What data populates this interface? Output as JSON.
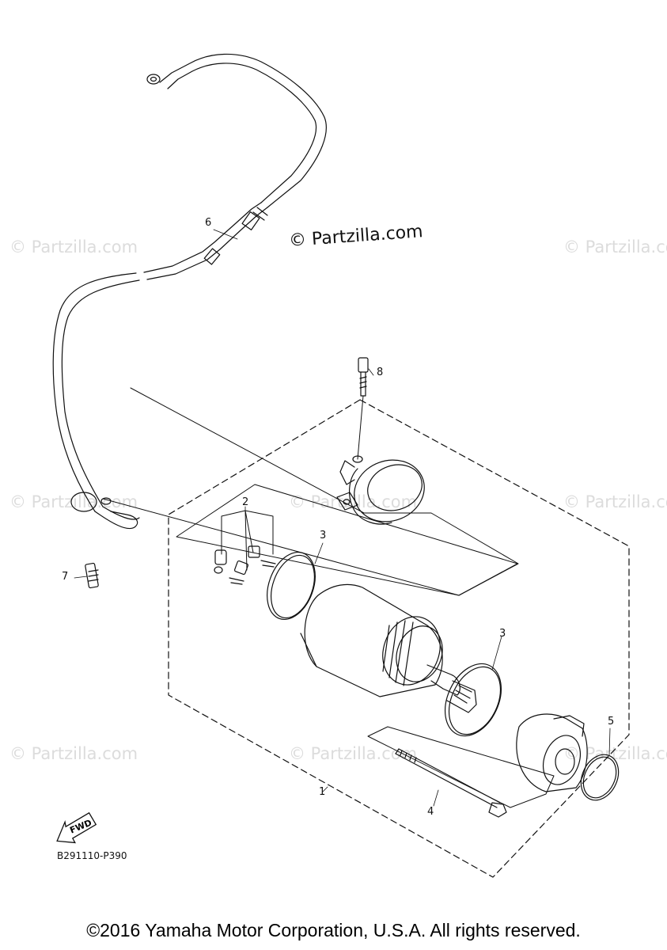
{
  "watermarks": {
    "main": "© Partzilla.com",
    "tile": "© Partzilla.com"
  },
  "callouts": {
    "c1": "1",
    "c2": "2",
    "c3a": "3",
    "c3b": "3",
    "c4": "4",
    "c5": "5",
    "c6": "6",
    "c7": "7",
    "c8": "8"
  },
  "fwd_label": "FWD",
  "diagram_code": "B291110-P390",
  "copyright": "©2016 Yamaha Motor Corporation, U.S.A. All rights reserved."
}
